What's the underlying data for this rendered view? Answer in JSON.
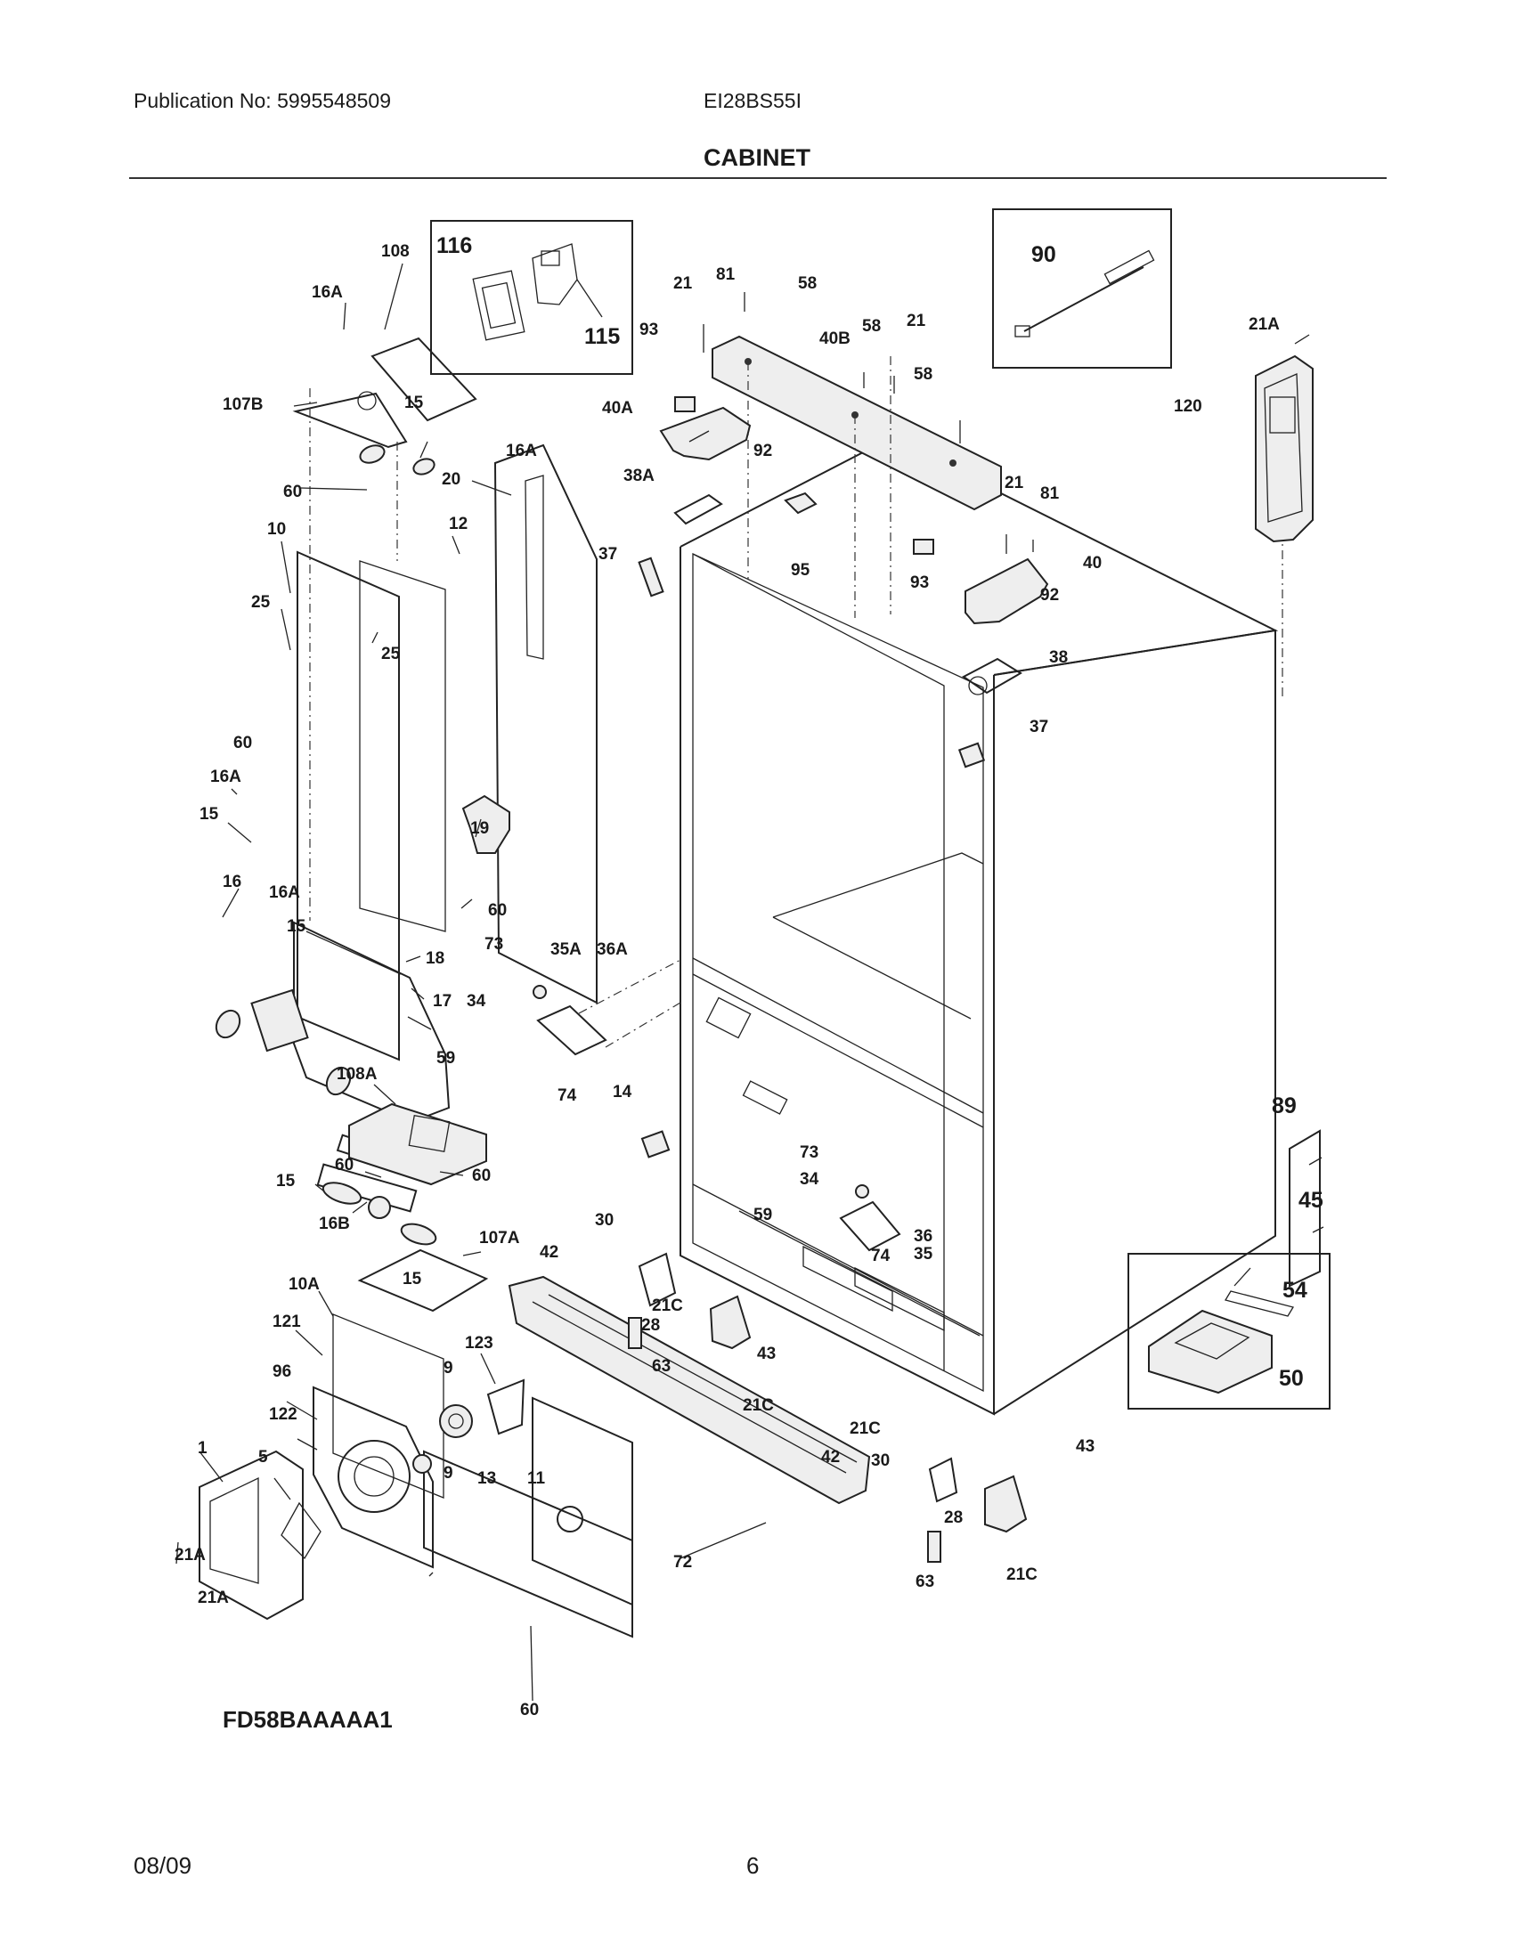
{
  "header": {
    "publication": "Publication No: 5995548509",
    "model": "EI28BS55I",
    "section_title": "CABINET"
  },
  "footer": {
    "date": "08/09",
    "page": "6"
  },
  "diagram": {
    "code": "FD58BAAAAA1",
    "labels": {
      "l116": "116",
      "l115": "115",
      "l108": "108",
      "l16A_a": "16A",
      "l107B": "107B",
      "l15_a": "15",
      "l16A_b": "16A",
      "l60_a": "60",
      "l20": "20",
      "l10": "10",
      "l12": "12",
      "l25_a": "25",
      "l25_b": "25",
      "l60_b": "60",
      "l16A_c": "16A",
      "l15_b": "15",
      "l16": "16",
      "l16A_d": "16A",
      "l15_c": "15",
      "l19": "19",
      "l60_c": "60",
      "l18": "18",
      "l17": "17",
      "l108A": "108A",
      "l60_d": "60",
      "l60_e": "60",
      "l15_d": "15",
      "l16B": "16B",
      "l107A": "107A",
      "l15_e": "15",
      "l10A": "10A",
      "l121": "121",
      "l123": "123",
      "l96": "96",
      "l9_a": "9",
      "l122": "122",
      "l1": "1",
      "l5": "5",
      "l9_b": "9",
      "l13": "13",
      "l11": "11",
      "l21A_a": "21A",
      "l21A_b": "21A",
      "l60_f": "60",
      "l72": "72",
      "l21_a": "21",
      "l81_a": "81",
      "l58_a": "58",
      "l93_a": "93",
      "l40B": "40B",
      "l58_b": "58",
      "l21_b": "21",
      "l40A": "40A",
      "l58_c": "58",
      "l92_a": "92",
      "l38A": "38A",
      "l37_a": "37",
      "l95": "95",
      "l93_b": "93",
      "l21_c": "21",
      "l81_b": "81",
      "l40": "40",
      "l92_b": "92",
      "l38": "38",
      "l37_b": "37",
      "l73_a": "73",
      "l35A": "35A",
      "l36A": "36A",
      "l34_a": "34",
      "l59_a": "59",
      "l74_a": "74",
      "l14": "14",
      "l73_b": "73",
      "l34_b": "34",
      "l59_b": "59",
      "l36": "36",
      "l74_b": "74",
      "l35": "35",
      "l30_a": "30",
      "l42_a": "42",
      "l21C_a": "21C",
      "l28_a": "28",
      "l63_a": "63",
      "l43_a": "43",
      "l21C_b": "21C",
      "l21C_c": "21C",
      "l42_b": "42",
      "l30_b": "30",
      "l43_b": "43",
      "l28_b": "28",
      "l63_b": "63",
      "l21C_d": "21C",
      "l89": "89",
      "l45": "45",
      "l90": "90",
      "l21A_c": "21A",
      "l120": "120",
      "l54": "54",
      "l50": "50"
    }
  }
}
